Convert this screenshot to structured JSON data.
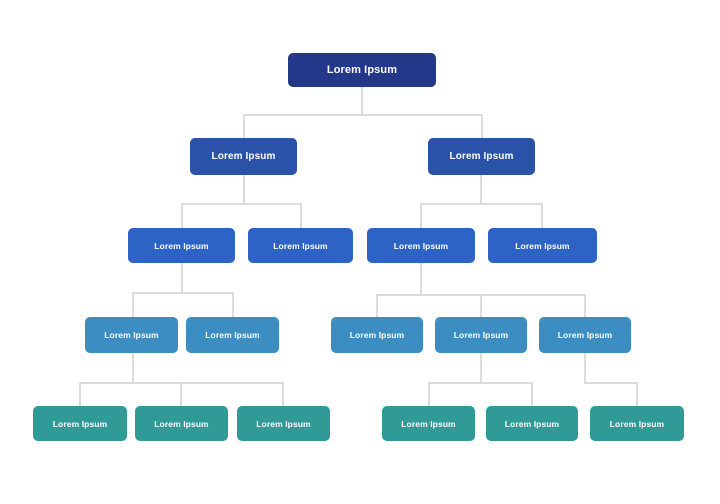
{
  "diagram": {
    "type": "org-chart-template",
    "background_color": "#ffffff",
    "connector_color": "#d0d0d0",
    "text_color": "#ffffff",
    "level_colors": {
      "level1": "#24388a",
      "level2": "#2a52a8",
      "level3": "#2e63c6",
      "level4": "#3c8dc1",
      "level5": "#309a96"
    },
    "nodes": [
      {
        "id": "n1",
        "label": "Lorem Ipsum",
        "level": 1,
        "parent": null
      },
      {
        "id": "n2",
        "label": "Lorem Ipsum",
        "level": 2,
        "parent": "n1"
      },
      {
        "id": "n3",
        "label": "Lorem Ipsum",
        "level": 2,
        "parent": "n1"
      },
      {
        "id": "n4",
        "label": "Lorem Ipsum",
        "level": 3,
        "parent": "n2"
      },
      {
        "id": "n5",
        "label": "Lorem Ipsum",
        "level": 3,
        "parent": "n2"
      },
      {
        "id": "n6",
        "label": "Lorem Ipsum",
        "level": 3,
        "parent": "n3"
      },
      {
        "id": "n7",
        "label": "Lorem Ipsum",
        "level": 3,
        "parent": "n3"
      },
      {
        "id": "n8",
        "label": "Lorem Ipsum",
        "level": 4,
        "parent": "n4"
      },
      {
        "id": "n9",
        "label": "Lorem Ipsum",
        "level": 4,
        "parent": "n4"
      },
      {
        "id": "n10",
        "label": "Lorem Ipsum",
        "level": 4,
        "parent": "n6"
      },
      {
        "id": "n11",
        "label": "Lorem Ipsum",
        "level": 4,
        "parent": "n6"
      },
      {
        "id": "n12",
        "label": "Lorem Ipsum",
        "level": 4,
        "parent": "n6"
      },
      {
        "id": "n13",
        "label": "Lorem Ipsum",
        "level": 5,
        "parent": "n8"
      },
      {
        "id": "n14",
        "label": "Lorem Ipsum",
        "level": 5,
        "parent": "n8"
      },
      {
        "id": "n15",
        "label": "Lorem Ipsum",
        "level": 5,
        "parent": "n8"
      },
      {
        "id": "n16",
        "label": "Lorem Ipsum",
        "level": 5,
        "parent": "n11"
      },
      {
        "id": "n17",
        "label": "Lorem Ipsum",
        "level": 5,
        "parent": "n11"
      },
      {
        "id": "n18",
        "label": "Lorem Ipsum",
        "level": 5,
        "parent": "n12"
      }
    ]
  }
}
